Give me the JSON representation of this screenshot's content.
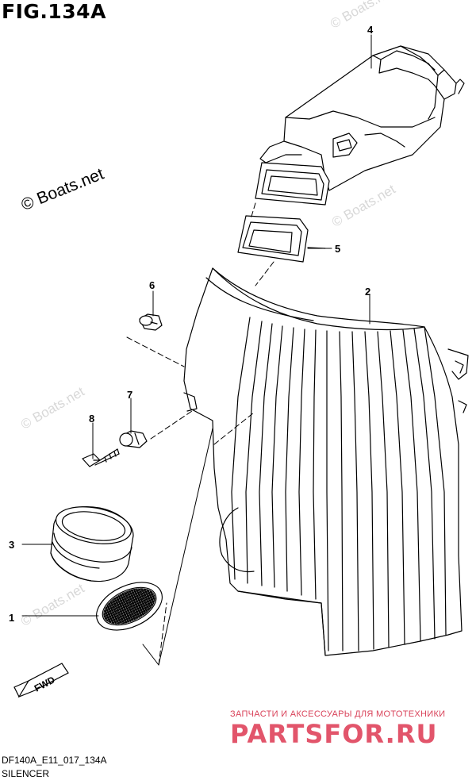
{
  "figure": {
    "title": "FIG.134A",
    "code": "DF140A_E11_017_134A",
    "name": "SILENCER"
  },
  "callouts": [
    {
      "number": "1",
      "part": "filter-screen"
    },
    {
      "number": "2",
      "part": "silencer-case"
    },
    {
      "number": "3",
      "part": "intake-seal-ring"
    },
    {
      "number": "4",
      "part": "intake-duct"
    },
    {
      "number": "5",
      "part": "duct-seal"
    },
    {
      "number": "6",
      "part": "grommet"
    },
    {
      "number": "7",
      "part": "cushion"
    },
    {
      "number": "8",
      "part": "bolt"
    }
  ],
  "fwd_label": "FWD",
  "watermarks": {
    "dark": "© Boats.net",
    "light": "© Boats.net"
  },
  "footer_ad": {
    "line": "ЗАПЧАСТИ И АКСЕССУАРЫ ДЛЯ МОТОТЕХНИКИ",
    "logo": "PARTSFOR.RU"
  },
  "colors": {
    "line": "#000000",
    "watermark": "#d8d8d8",
    "ad": "#e2556b"
  }
}
